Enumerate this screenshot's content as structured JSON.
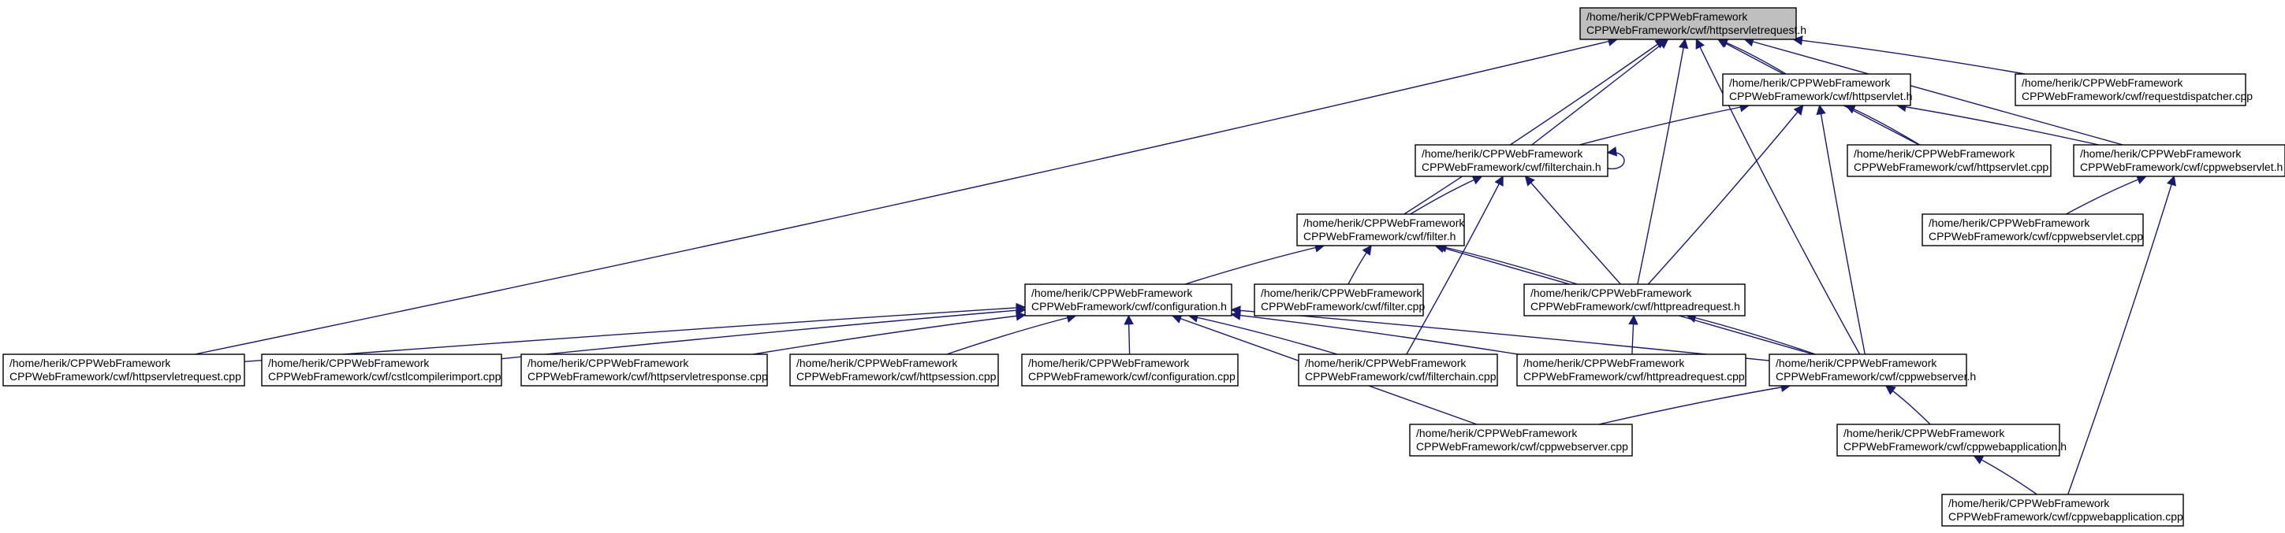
{
  "diagram": {
    "nodes": [
      {
        "id": "httpservletrequest_h",
        "line1": "/home/herik/CPPWebFramework",
        "line2": "CPPWebFramework/cwf/httpservletrequest.h",
        "root": true
      },
      {
        "id": "httpservlet_h",
        "line1": "/home/herik/CPPWebFramework",
        "line2": "CPPWebFramework/cwf/httpservlet.h"
      },
      {
        "id": "requestdispatcher_cpp",
        "line1": "/home/herik/CPPWebFramework",
        "line2": "CPPWebFramework/cwf/requestdispatcher.cpp"
      },
      {
        "id": "filterchain_h",
        "line1": "/home/herik/CPPWebFramework",
        "line2": "CPPWebFramework/cwf/filterchain.h"
      },
      {
        "id": "httpservlet_cpp",
        "line1": "/home/herik/CPPWebFramework",
        "line2": "CPPWebFramework/cwf/httpservlet.cpp"
      },
      {
        "id": "cppwebservlet_h",
        "line1": "/home/herik/CPPWebFramework",
        "line2": "CPPWebFramework/cwf/cppwebservlet.h"
      },
      {
        "id": "filter_h",
        "line1": "/home/herik/CPPWebFramework",
        "line2": "CPPWebFramework/cwf/filter.h"
      },
      {
        "id": "cppwebservlet_cpp",
        "line1": "/home/herik/CPPWebFramework",
        "line2": "CPPWebFramework/cwf/cppwebservlet.cpp"
      },
      {
        "id": "configuration_h",
        "line1": "/home/herik/CPPWebFramework",
        "line2": "CPPWebFramework/cwf/configuration.h"
      },
      {
        "id": "filter_cpp",
        "line1": "/home/herik/CPPWebFramework",
        "line2": "CPPWebFramework/cwf/filter.cpp"
      },
      {
        "id": "httpreadrequest_h",
        "line1": "/home/herik/CPPWebFramework",
        "line2": "CPPWebFramework/cwf/httpreadrequest.h"
      },
      {
        "id": "httpservletrequest_cpp",
        "line1": "/home/herik/CPPWebFramework",
        "line2": "CPPWebFramework/cwf/httpservletrequest.cpp"
      },
      {
        "id": "cstlcompilerimport_cpp",
        "line1": "/home/herik/CPPWebFramework",
        "line2": "CPPWebFramework/cwf/cstlcompilerimport.cpp"
      },
      {
        "id": "httpservletresponse_cpp",
        "line1": "/home/herik/CPPWebFramework",
        "line2": "CPPWebFramework/cwf/httpservletresponse.cpp"
      },
      {
        "id": "httpsession_cpp",
        "line1": "/home/herik/CPPWebFramework",
        "line2": "CPPWebFramework/cwf/httpsession.cpp"
      },
      {
        "id": "configuration_cpp",
        "line1": "/home/herik/CPPWebFramework",
        "line2": "CPPWebFramework/cwf/configuration.cpp"
      },
      {
        "id": "filterchain_cpp",
        "line1": "/home/herik/CPPWebFramework",
        "line2": "CPPWebFramework/cwf/filterchain.cpp"
      },
      {
        "id": "httpreadrequest_cpp",
        "line1": "/home/herik/CPPWebFramework",
        "line2": "CPPWebFramework/cwf/httpreadrequest.cpp"
      },
      {
        "id": "cppwebserver_h",
        "line1": "/home/herik/CPPWebFramework",
        "line2": "CPPWebFramework/cwf/cppwebserver.h"
      },
      {
        "id": "cppwebserver_cpp",
        "line1": "/home/herik/CPPWebFramework",
        "line2": "CPPWebFramework/cwf/cppwebserver.cpp"
      },
      {
        "id": "cppwebapplication_h",
        "line1": "/home/herik/CPPWebFramework",
        "line2": "CPPWebFramework/cwf/cppwebapplication.h"
      },
      {
        "id": "cppwebapplication_cpp",
        "line1": "/home/herik/CPPWebFramework",
        "line2": "CPPWebFramework/cwf/cppwebapplication.cpp"
      }
    ],
    "edges": [
      [
        "httpservletrequest_h",
        "httpservlet_h"
      ],
      [
        "httpservletrequest_h",
        "requestdispatcher_cpp"
      ],
      [
        "httpservletrequest_h",
        "filterchain_h"
      ],
      [
        "httpservletrequest_h",
        "httpservlet_cpp"
      ],
      [
        "httpservletrequest_h",
        "cppwebservlet_h"
      ],
      [
        "httpservletrequest_h",
        "filter_h"
      ],
      [
        "httpservletrequest_h",
        "httpreadrequest_h"
      ],
      [
        "httpservletrequest_h",
        "cppwebserver_h"
      ],
      [
        "httpservletrequest_h",
        "httpservletrequest_cpp"
      ],
      [
        "httpservlet_h",
        "filterchain_h"
      ],
      [
        "httpservlet_h",
        "httpservlet_cpp"
      ],
      [
        "httpservlet_h",
        "cppwebservlet_h"
      ],
      [
        "httpservlet_h",
        "httpreadrequest_h"
      ],
      [
        "httpservlet_h",
        "cppwebserver_h"
      ],
      [
        "filterchain_h",
        "filterchain_h"
      ],
      [
        "filterchain_h",
        "filter_h"
      ],
      [
        "filterchain_h",
        "httpreadrequest_h"
      ],
      [
        "filterchain_h",
        "filterchain_cpp"
      ],
      [
        "cppwebservlet_h",
        "cppwebservlet_cpp"
      ],
      [
        "cppwebservlet_h",
        "cppwebapplication_cpp"
      ],
      [
        "filter_h",
        "configuration_h"
      ],
      [
        "filter_h",
        "filter_cpp"
      ],
      [
        "filter_h",
        "httpreadrequest_h"
      ],
      [
        "filter_h",
        "cppwebserver_h"
      ],
      [
        "configuration_h",
        "httpservletrequest_cpp"
      ],
      [
        "configuration_h",
        "cstlcompilerimport_cpp"
      ],
      [
        "configuration_h",
        "httpservletresponse_cpp"
      ],
      [
        "configuration_h",
        "httpsession_cpp"
      ],
      [
        "configuration_h",
        "configuration_cpp"
      ],
      [
        "configuration_h",
        "filterchain_cpp"
      ],
      [
        "configuration_h",
        "httpreadrequest_cpp"
      ],
      [
        "configuration_h",
        "cppwebserver_h"
      ],
      [
        "configuration_h",
        "cppwebserver_cpp"
      ],
      [
        "httpreadrequest_h",
        "httpreadrequest_cpp"
      ],
      [
        "httpreadrequest_h",
        "cppwebserver_h"
      ],
      [
        "cppwebserver_h",
        "cppwebserver_cpp"
      ],
      [
        "cppwebserver_h",
        "cppwebapplication_h"
      ],
      [
        "cppwebapplication_h",
        "cppwebapplication_cpp"
      ]
    ],
    "colors": {
      "edge": "#191970",
      "root_fill": "#bfbfbf",
      "node_fill": "#ffffff",
      "border": "#000000"
    }
  }
}
